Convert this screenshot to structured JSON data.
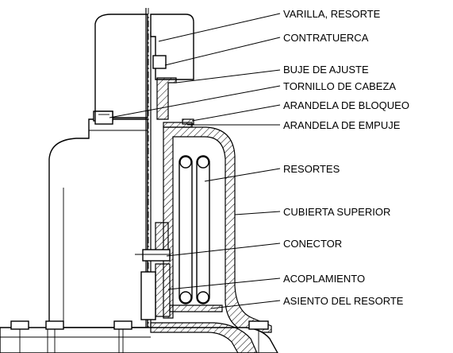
{
  "labels": {
    "varilla_resorte": "VARILLA, RESORTE",
    "contratuerca": "CONTRATUERCA",
    "buje_de_ajuste": "BUJE DE AJUSTE",
    "tornillo_de_cabeza": "TORNILLO DE CABEZA",
    "arandela_de_bloqueo": "ARANDELA DE BLOQUEO",
    "arandela_de_empuje": "ARANDELA DE EMPUJE",
    "resortes": "RESORTES",
    "cubierta_superior": "CUBIERTA SUPERIOR",
    "conector": "CONECTOR",
    "acoplamiento": "ACOPLAMIENTO",
    "asiento_del_resorte": "ASIENTO DEL RESORTE"
  }
}
